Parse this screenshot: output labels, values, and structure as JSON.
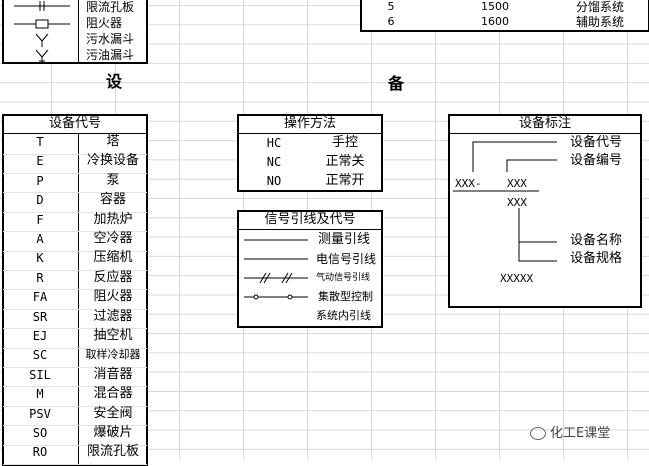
{
  "top_legend": [
    {
      "label": "限流孔板"
    },
    {
      "label": "阻火器"
    },
    {
      "label": "污水漏斗"
    },
    {
      "label": "污油漏斗"
    }
  ],
  "top_table": [
    {
      "num": "5",
      "value": "1500",
      "system": "分馏系统"
    },
    {
      "num": "6",
      "value": "1600",
      "system": "辅助系统"
    }
  ],
  "headings": {
    "left": "设",
    "right": "备"
  },
  "equipment_codes": {
    "title": "设备代号",
    "rows": [
      {
        "code": "T",
        "name": "塔"
      },
      {
        "code": "E",
        "name": "冷换设备"
      },
      {
        "code": "P",
        "name": "泵"
      },
      {
        "code": "D",
        "name": "容器"
      },
      {
        "code": "F",
        "name": "加热炉"
      },
      {
        "code": "A",
        "name": "空冷器"
      },
      {
        "code": "K",
        "name": "压缩机"
      },
      {
        "code": "R",
        "name": "反应器"
      },
      {
        "code": "FA",
        "name": "阻火器"
      },
      {
        "code": "SR",
        "name": "过滤器"
      },
      {
        "code": "EJ",
        "name": "抽空机"
      },
      {
        "code": "SC",
        "name": "取样冷却器"
      },
      {
        "code": "SIL",
        "name": "消音器"
      },
      {
        "code": "M",
        "name": "混合器"
      },
      {
        "code": "PSV",
        "name": "安全阀"
      },
      {
        "code": "SO",
        "name": "爆破片"
      },
      {
        "code": "RO",
        "name": "限流孔板"
      }
    ]
  },
  "operation_method": {
    "title": "操作方法",
    "rows": [
      {
        "code": "HC",
        "name": "手控"
      },
      {
        "code": "NC",
        "name": "正常关"
      },
      {
        "code": "NO",
        "name": "正常开"
      }
    ]
  },
  "signal_lines": {
    "title": "信号引线及代号",
    "rows": [
      {
        "name": "测量引线"
      },
      {
        "name": "电信号引线"
      },
      {
        "name": "气动信号引线"
      },
      {
        "name": "集散型控制"
      },
      {
        "name": "系统内引线"
      }
    ]
  },
  "equipment_marking": {
    "title": "设备标注",
    "labels": {
      "code": "设备代号",
      "number": "设备编号",
      "name": "设备名称",
      "spec": "设备规格"
    },
    "texts": {
      "prefix": "XXX-",
      "num_top": "XXX",
      "num_bottom": "XXX",
      "spec_value": "XXXXX"
    }
  },
  "watermark": "化工E课堂"
}
